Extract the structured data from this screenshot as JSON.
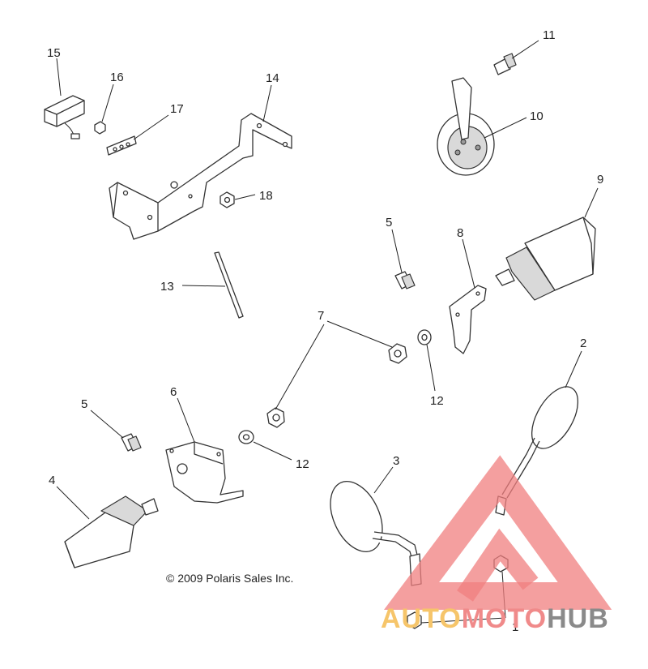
{
  "callouts": {
    "n1": "1",
    "n2": "2",
    "n3": "3",
    "n4": "4",
    "n5a": "5",
    "n5b": "5",
    "n6": "6",
    "n7": "7",
    "n8": "8",
    "n9": "9",
    "n10": "10",
    "n11": "11",
    "n12a": "12",
    "n12b": "12",
    "n13": "13",
    "n14": "14",
    "n15": "15",
    "n16": "16",
    "n17": "17",
    "n18": "18"
  },
  "copyright": "© 2009 Polaris Sales Inc.",
  "watermark": {
    "part1": "AUTO",
    "part2": "MOTO",
    "part3": "HUB",
    "colors": {
      "auto": "#f6c56a",
      "moto": "#f08a8a",
      "hub": "#8a8a8a",
      "logo": "#f07f7f"
    }
  }
}
